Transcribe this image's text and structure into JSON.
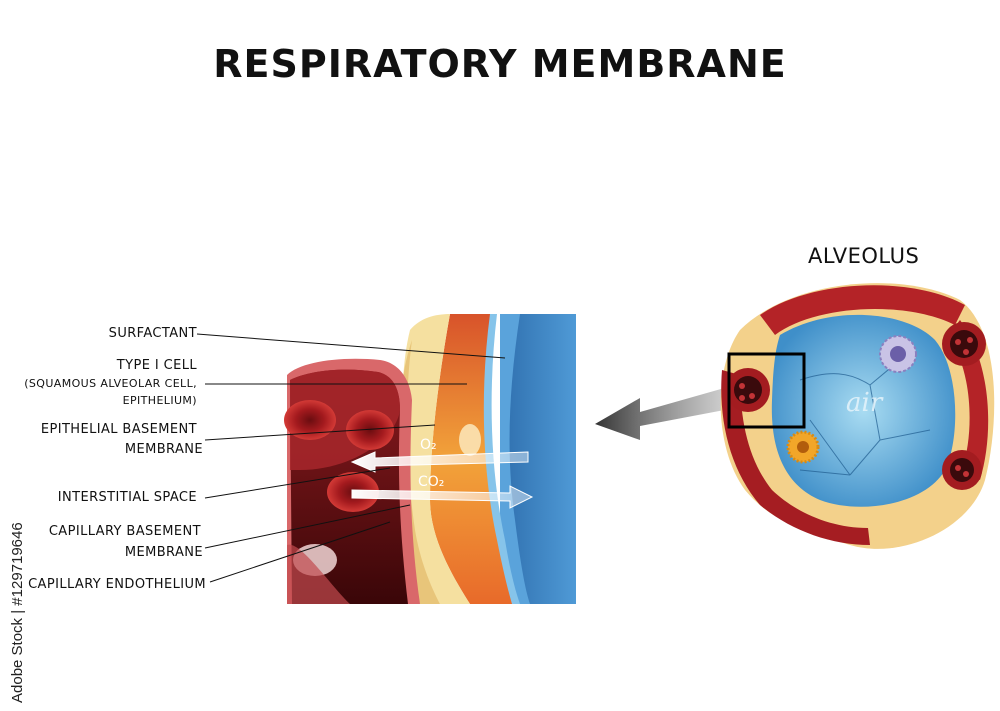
{
  "title": "RESPIRATORY MEMBRANE",
  "alveolus_label": "ALVEOLUS",
  "air_label": "air",
  "gas": {
    "o2": "O₂",
    "co2": "CO₂"
  },
  "labels": {
    "surfactant": "SURFACTANT",
    "type1_cell": "TYPE I CELL",
    "type1_sub1": "(SQUAMOUS ALVEOLAR CELL,",
    "type1_sub2": "EPITHELIUM)",
    "epithelial_bm_1": "EPITHELIAL BASEMENT",
    "epithelial_bm_2": "MEMBRANE",
    "interstitial": "INTERSTITIAL SPACE",
    "capillary_bm_1": "CAPILLARY BASEMENT",
    "capillary_bm_2": "MEMBRANE",
    "capillary_endo": "CAPILLARY ENDOTHELIUM"
  },
  "watermark": "Adobe Stock | #129719646",
  "colors": {
    "blood": "#b01e22",
    "alveolar_blue": "#3f86c6",
    "membrane_orange": "#f0a23a",
    "interstitial_yellow": "#f4e2a6"
  }
}
